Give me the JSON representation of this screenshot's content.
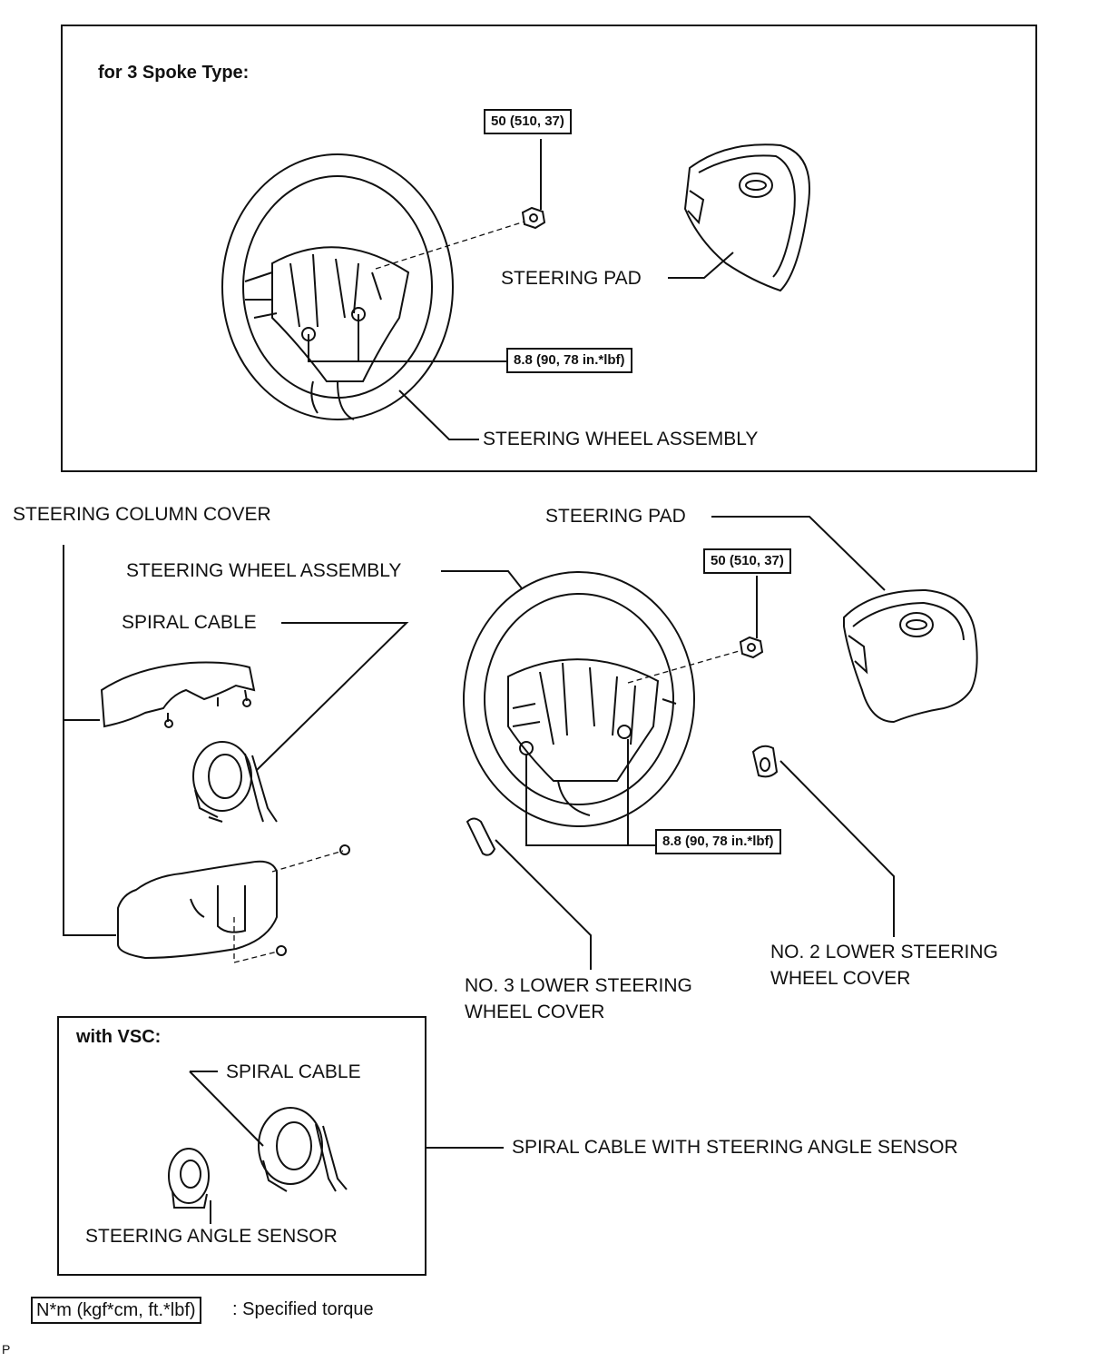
{
  "top_panel": {
    "heading": "for 3 Spoke Type:",
    "nut_torque": "50 (510, 37)",
    "bolt_torque": "8.8 (90, 78 in.*lbf)",
    "steering_pad": "STEERING PAD",
    "steering_wheel": "STEERING WHEEL ASSEMBLY"
  },
  "main": {
    "column_cover": "STEERING COLUMN COVER",
    "steering_pad": "STEERING PAD",
    "steering_wheel": "STEERING WHEEL ASSEMBLY",
    "spiral_cable": "SPIRAL CABLE",
    "nut_torque": "50 (510, 37)",
    "bolt_torque": "8.8 (90, 78 in.*lbf)",
    "no3_cover_line1": "NO. 3 LOWER STEERING",
    "no3_cover_line2": "WHEEL COVER",
    "no2_cover_line1": "NO. 2 LOWER STEERING",
    "no2_cover_line2": "WHEEL COVER"
  },
  "vsc_panel": {
    "heading": "with VSC:",
    "spiral_cable": "SPIRAL CABLE",
    "angle_sensor": "STEERING ANGLE SENSOR",
    "assembly": "SPIRAL CABLE WITH STEERING ANGLE SENSOR"
  },
  "legend": {
    "unit_box": "N*m (kgf*cm, ft.*lbf)",
    "description": ": Specified torque"
  },
  "footer_code": "P"
}
